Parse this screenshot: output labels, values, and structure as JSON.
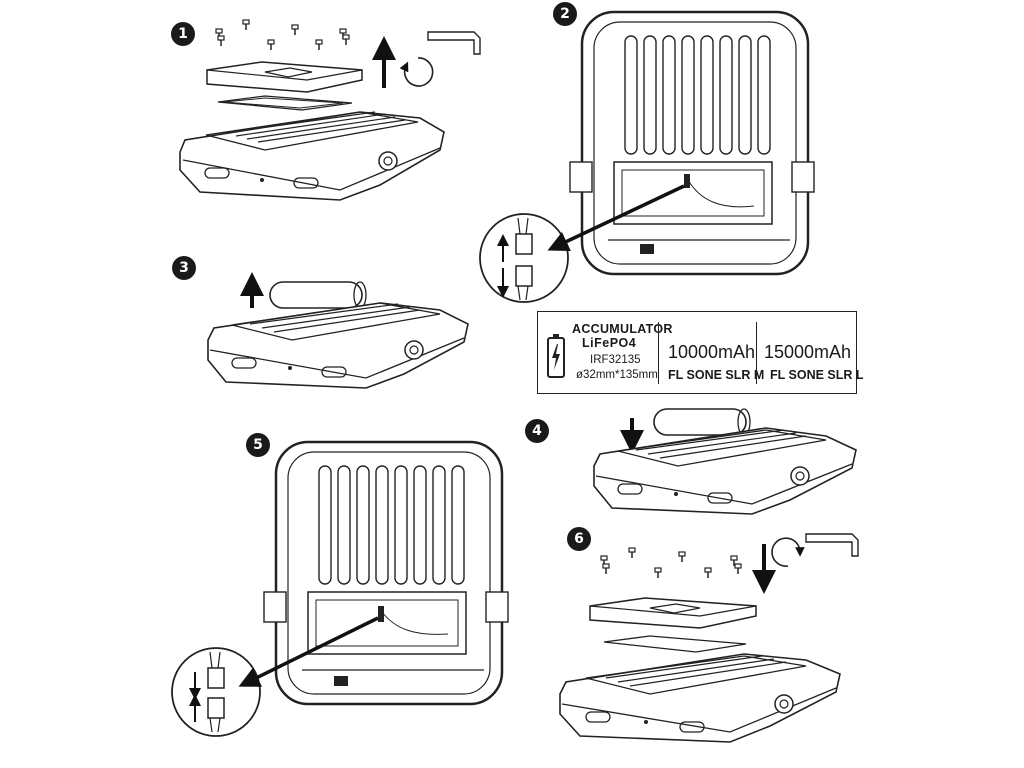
{
  "steps": {
    "s1": "1",
    "s2": "2",
    "s3": "3",
    "s4": "4",
    "s5": "5",
    "s6": "6"
  },
  "spec": {
    "type_line1": "ACCUMULATOR",
    "type_line2": "LiFePO4",
    "model": "IRF32135",
    "dimensions": "ø32mm*135mm",
    "capacity_m": "10000mAh",
    "product_m": "FL SONE SLR M",
    "capacity_l": "15000mAh",
    "product_l": "FL SONE SLR L"
  },
  "icons": {
    "battery": "battery-icon",
    "rotate": "rotate-arrow-icon",
    "hex_key": "hex-key-icon",
    "arrow": "arrow-icon"
  }
}
